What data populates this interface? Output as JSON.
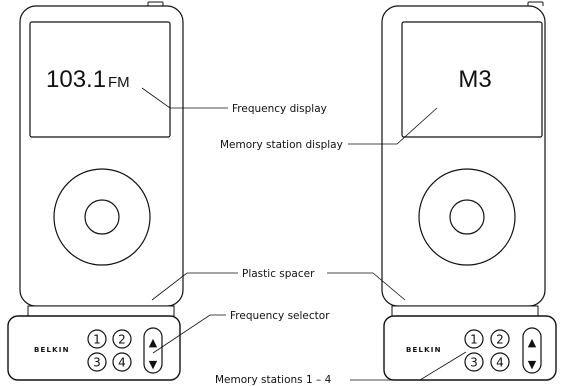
{
  "left_player": {
    "display_value": "103.1",
    "display_unit": "FM"
  },
  "right_player": {
    "display_value": "M3"
  },
  "transmitter": {
    "brand": "BELKIN",
    "preset_buttons": [
      "1",
      "2",
      "3",
      "4"
    ],
    "up_arrow": "▲",
    "down_arrow": "▼"
  },
  "callouts": {
    "frequency_display": "Frequency display",
    "memory_station_display": "Memory station display",
    "plastic_spacer": "Plastic spacer",
    "frequency_selector": "Frequency selector",
    "memory_stations": "Memory stations 1 – 4"
  }
}
